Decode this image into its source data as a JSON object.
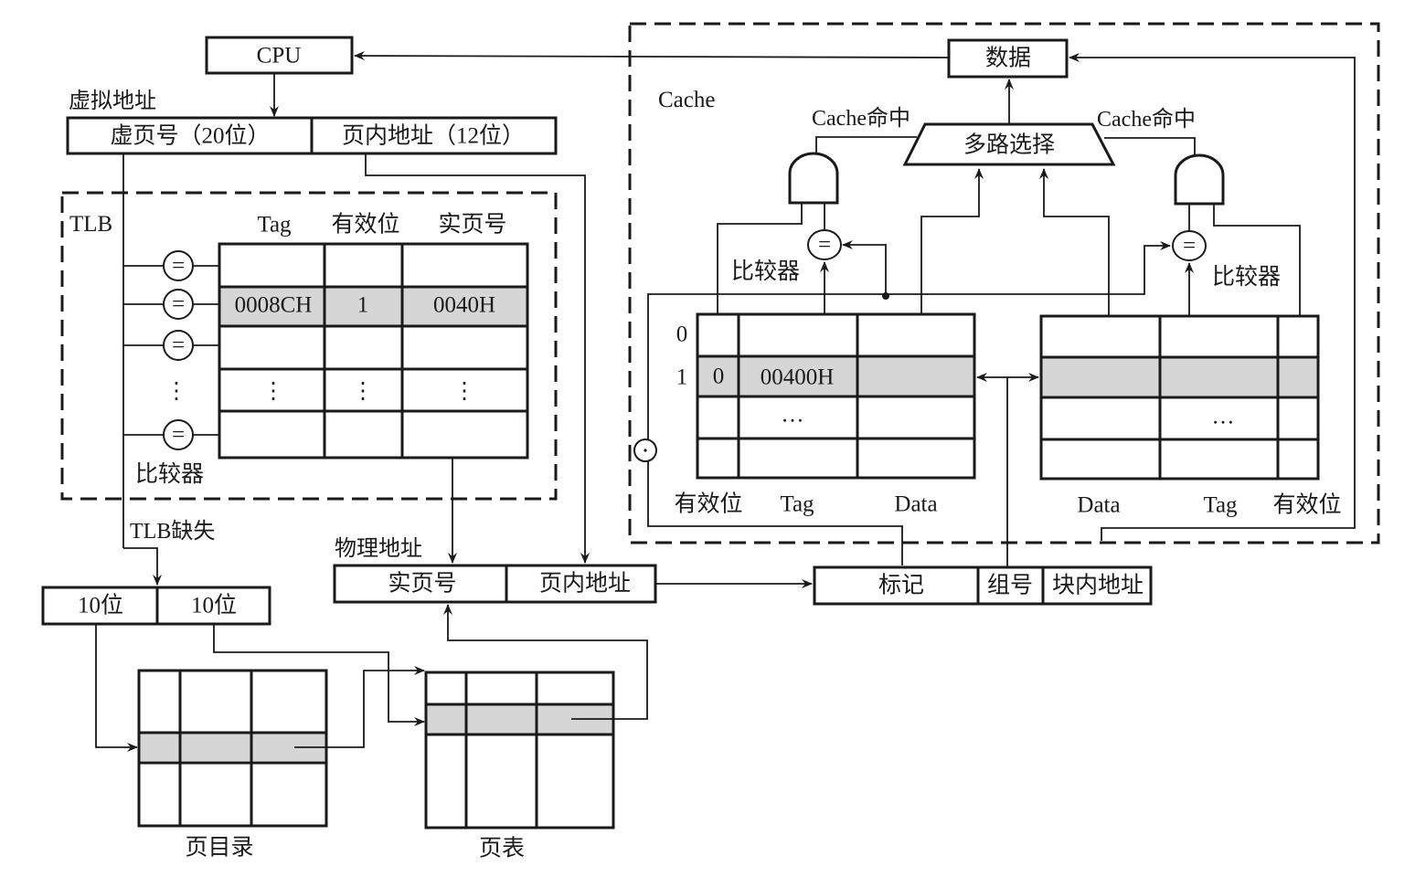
{
  "cpu": {
    "label": "CPU"
  },
  "virtual_address": {
    "caption": "虚拟地址",
    "fields": [
      "虚页号（20位）",
      "页内地址（12位）"
    ]
  },
  "tlb": {
    "title": "TLB",
    "headers": [
      "Tag",
      "有效位",
      "实页号"
    ],
    "rows": [
      [
        "",
        "",
        ""
      ],
      [
        "0008CH",
        "1",
        "0040H"
      ],
      [
        "",
        "",
        ""
      ],
      [
        "⋮",
        "⋮",
        "⋮"
      ],
      [
        "",
        "",
        ""
      ]
    ],
    "highlight_row": 1,
    "comparator_symbol": "=",
    "comparator_label": "比较器",
    "vdots": "⋮"
  },
  "tlb_miss": {
    "label": "TLB缺失",
    "fields": [
      "10位",
      "10位"
    ]
  },
  "physical_address": {
    "caption": "物理地址",
    "fields": [
      "实页号",
      "页内地址"
    ]
  },
  "page_directory": {
    "label": "页目录"
  },
  "page_table": {
    "label": "页表"
  },
  "cache_address": {
    "fields": [
      "标记",
      "组号",
      "块内地址"
    ]
  },
  "cache": {
    "title": "Cache",
    "data_box": "数据",
    "mux": "多路选择",
    "hit_left": "Cache命中",
    "hit_right": "Cache命中",
    "comparator_left": "比较器",
    "comparator_right": "比较器",
    "comparator_symbol": "=",
    "row_indices": [
      "0",
      "1"
    ],
    "left_way": {
      "headers": [
        "有效位",
        "Tag",
        "Data"
      ],
      "row1": [
        "0",
        "00400H",
        ""
      ],
      "ellipsis": "…"
    },
    "right_way": {
      "headers": [
        "Data",
        "Tag",
        "有效位"
      ],
      "ellipsis": "…"
    }
  },
  "colors": {
    "line": "#1a1a1a",
    "highlight": "#d6d6d6",
    "background": "#ffffff"
  }
}
